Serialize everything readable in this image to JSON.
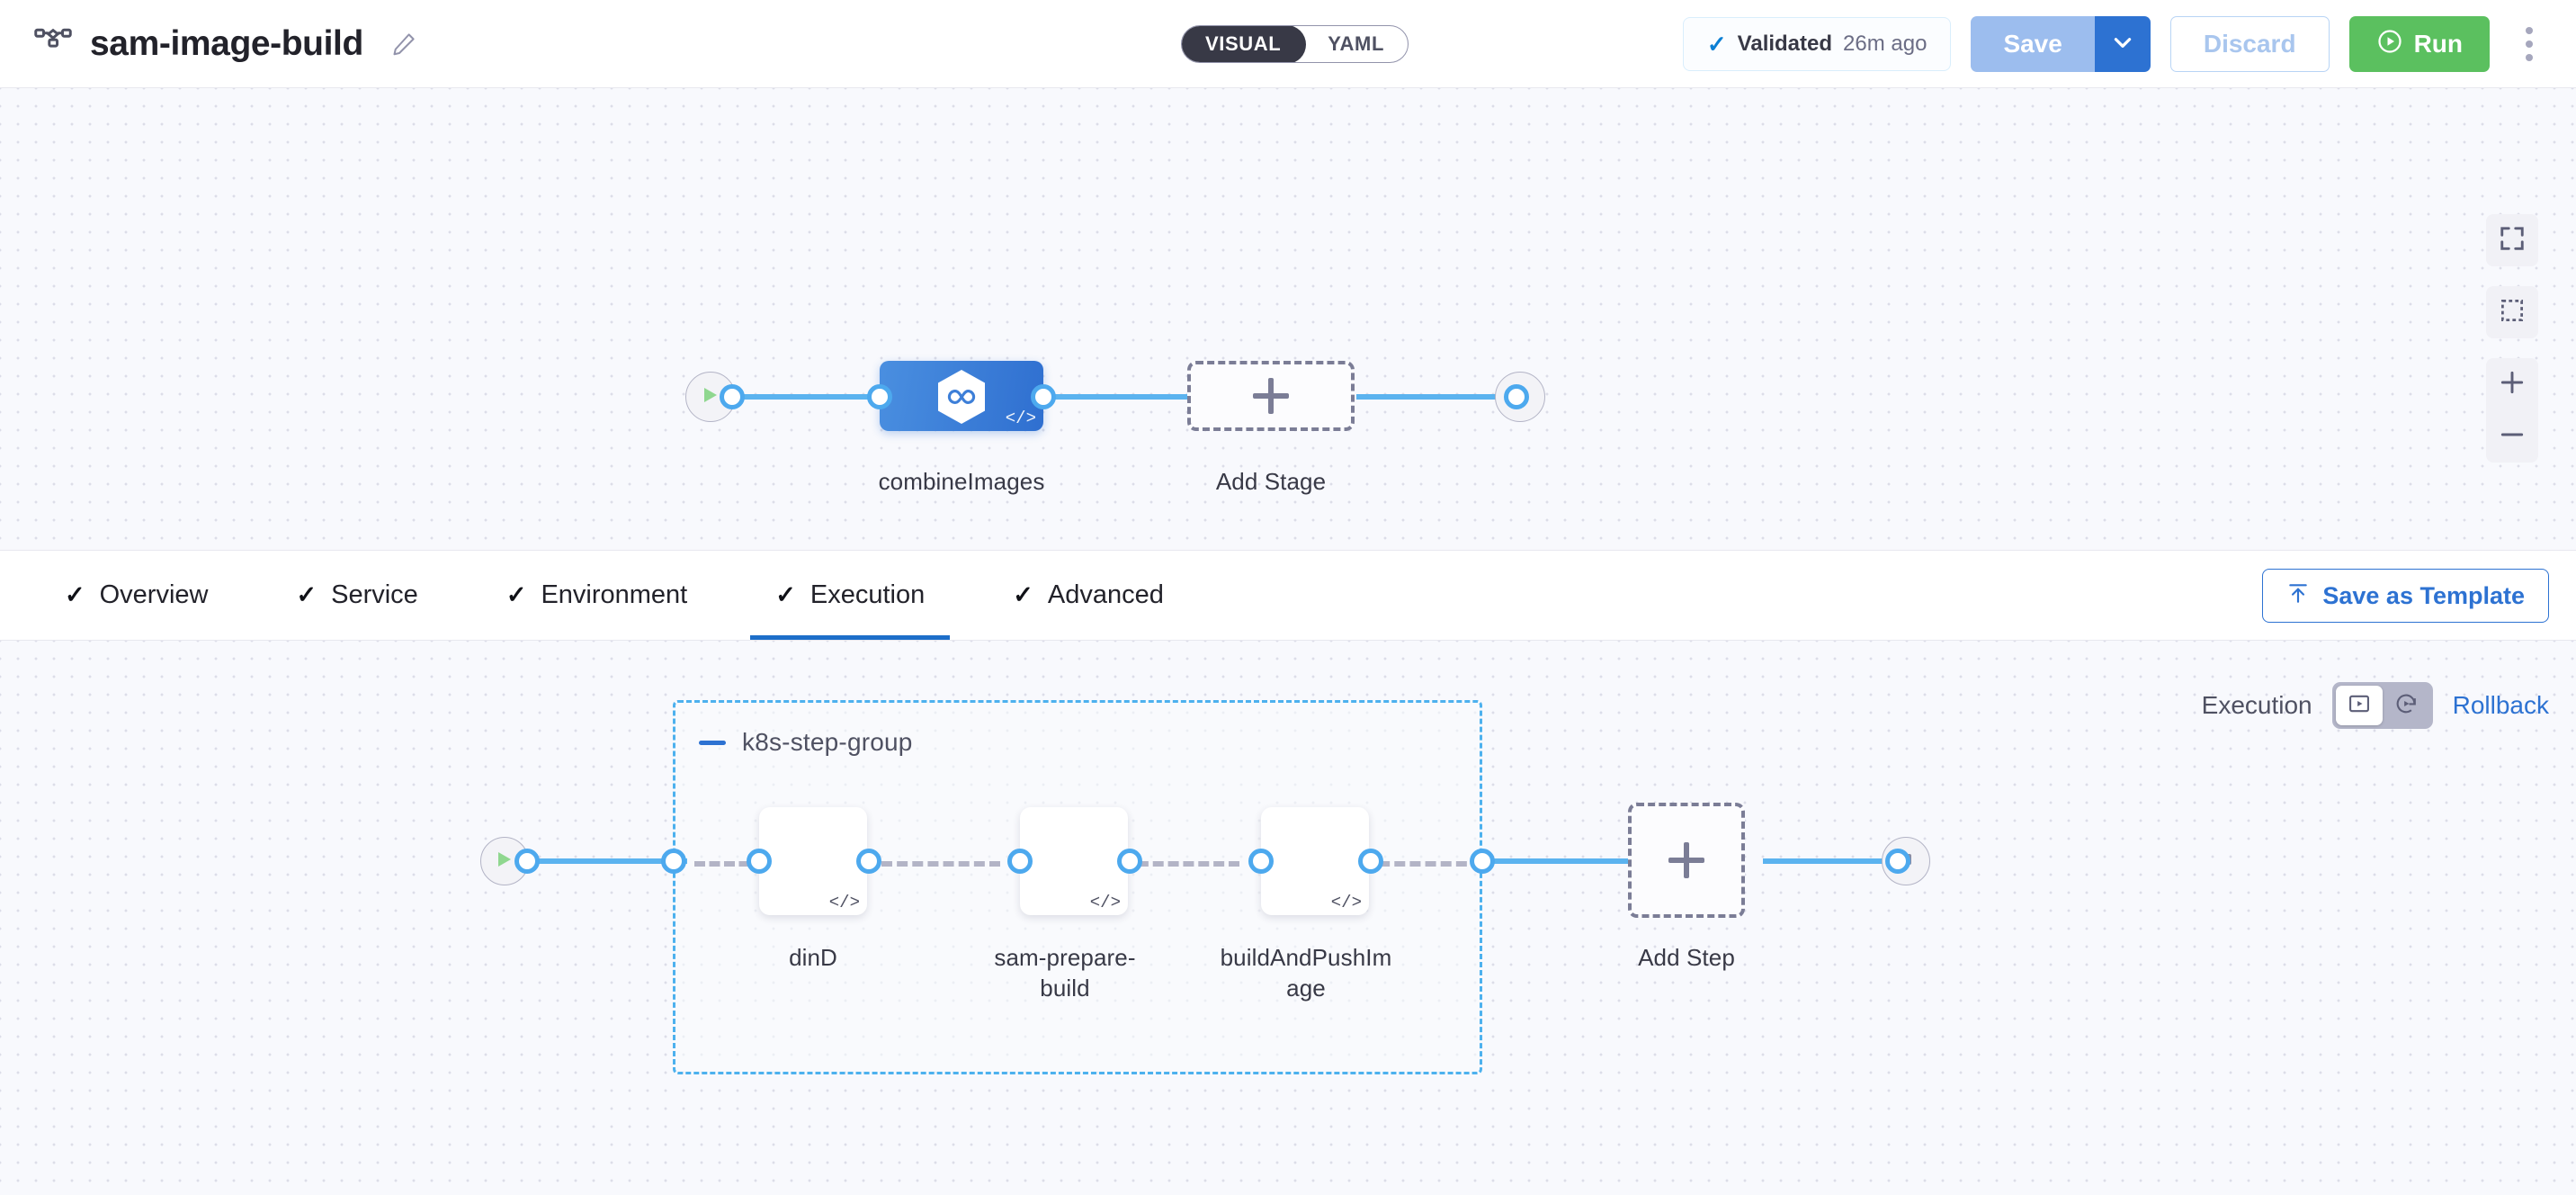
{
  "header": {
    "pipeline_icon": "pipeline-nodes-icon",
    "title": "sam-image-build",
    "edit_icon": "pencil-edit-icon",
    "mode_toggle": {
      "visual": "VISUAL",
      "yaml": "YAML",
      "selected": "VISUAL"
    },
    "validated": {
      "check_icon": "check-icon",
      "label": "Validated",
      "time": "26m ago"
    },
    "save": {
      "label": "Save",
      "caret_icon": "chevron-down-icon"
    },
    "discard": {
      "label": "Discard"
    },
    "run": {
      "label": "Run",
      "icon": "play-circle-icon"
    },
    "more": {
      "icon": "kebab-menu-icon"
    }
  },
  "stage_graph": {
    "start_node": {
      "icon": "play-icon",
      "name": "pipeline-start-node"
    },
    "end_node": {
      "icon": "stop-square-icon",
      "name": "pipeline-end-node"
    },
    "stages": [
      {
        "label": "combineImages",
        "icon": "harness-ci-hexagon-icon",
        "badge": "</>",
        "type": "ci-build"
      }
    ],
    "add_stage": {
      "label": "Add Stage",
      "icon": "plus-icon"
    }
  },
  "canvas_tools": {
    "fit_screen": "fit-to-screen-icon",
    "select_area": "marquee-select-icon",
    "zoom_in": "zoom-in-icon",
    "zoom_out": "zoom-out-icon"
  },
  "tabs": [
    {
      "label": "Overview",
      "check": "✓",
      "active": false
    },
    {
      "label": "Service",
      "check": "✓",
      "active": false
    },
    {
      "label": "Environment",
      "check": "✓",
      "active": false
    },
    {
      "label": "Execution",
      "check": "✓",
      "active": true
    },
    {
      "label": "Advanced",
      "check": "✓",
      "active": false
    }
  ],
  "save_as_template": {
    "label": "Save as Template",
    "icon": "template-upload-icon"
  },
  "exec_header": {
    "execution_label": "Execution",
    "rollback_label": "Rollback",
    "toggle": {
      "execution_icon": "execution-play-box-icon",
      "rollback_icon": "rollback-arrow-icon",
      "selected": "execution"
    }
  },
  "exec_graph": {
    "start_node": {
      "icon": "play-icon",
      "name": "execution-start-node"
    },
    "end_node": {
      "icon": "stop-square-icon",
      "name": "execution-end-node"
    },
    "step_group": {
      "name": "k8s-step-group",
      "collapse_icon": "minus-collapse-icon",
      "steps": [
        {
          "label": "dinD",
          "icon": "gear-refresh-icon",
          "badge": "</>"
        },
        {
          "label": "sam-prepare-build",
          "label_line1": "sam-prepare-",
          "label_line2": "build",
          "icon": "terminal-icon",
          "badge": "</>"
        },
        {
          "label": "buildAndPushImage",
          "label_line1": "buildAndPushIm",
          "label_line2": "age",
          "icon": "terminal-icon",
          "badge": "</>"
        }
      ]
    },
    "add_step": {
      "label": "Add Step",
      "icon": "plus-icon"
    }
  },
  "colors": {
    "accent_blue": "#2d72d2",
    "edge_blue": "#5bb3ef",
    "run_green": "#5bc05f",
    "stage_blue": "#3d7fd8",
    "group_border": "#4db1ee",
    "canvas_bg": "#f8f9fd"
  }
}
